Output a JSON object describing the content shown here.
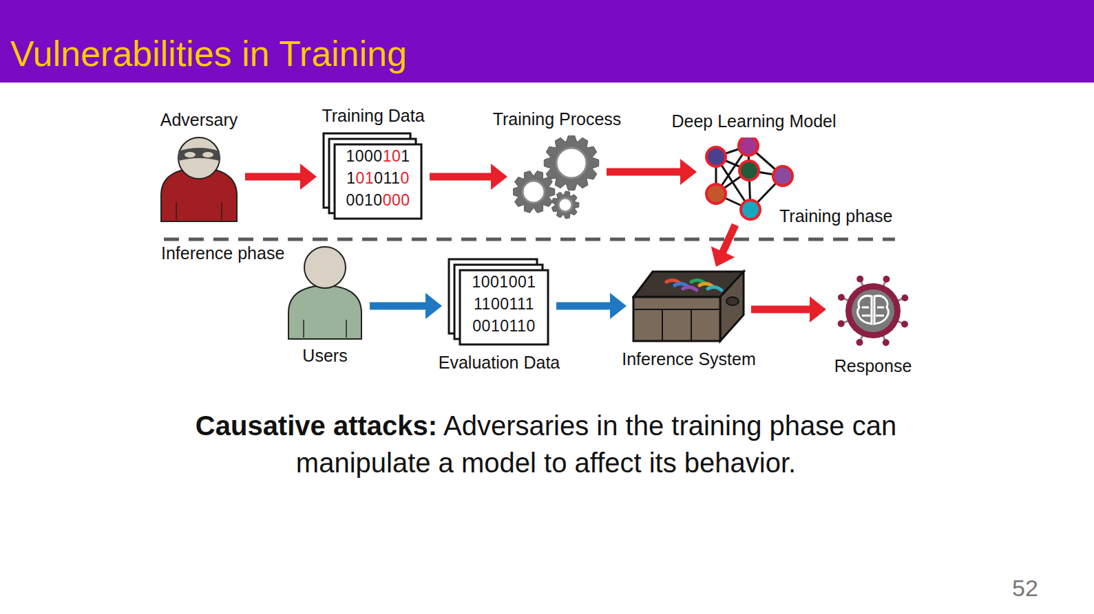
{
  "diagram": {
    "title": "Vulnerabilities in Training",
    "caption": "Causative attacks: Adversaries in the training phase can manipulate a model to affect its behavior.",
    "nodes": [
      {
        "text": [
          "Adversary"
        ]
      },
      {
        "text": [
          "Training Data",
          "1000101",
          "1010110",
          "0010000"
        ]
      },
      {
        "text": [
          "Training Process"
        ]
      },
      {
        "text": [
          "Deep Learning Model"
        ]
      },
      {
        "text": [
          "Users"
        ]
      },
      {
        "text": [
          "Evaluation Data",
          "1001001",
          "1100111",
          "0010110"
        ]
      },
      {
        "text": [
          "Inference System"
        ]
      },
      {
        "text": [
          "Response"
        ]
      }
    ],
    "edges": [
      {
        "from": 0,
        "to": 1,
        "arrow": "to"
      },
      {
        "from": 1,
        "to": 2,
        "arrow": "to"
      },
      {
        "from": 2,
        "to": 3,
        "arrow": "to"
      },
      {
        "from": 3,
        "to": 6,
        "arrow": "to"
      },
      {
        "from": 4,
        "to": 5,
        "arrow": "to"
      },
      {
        "from": 5,
        "to": 6,
        "arrow": "to"
      },
      {
        "from": 6,
        "to": 7,
        "arrow": "to"
      }
    ],
    "labels": [
      "Training phase",
      "Inference phase",
      "52"
    ]
  }
}
